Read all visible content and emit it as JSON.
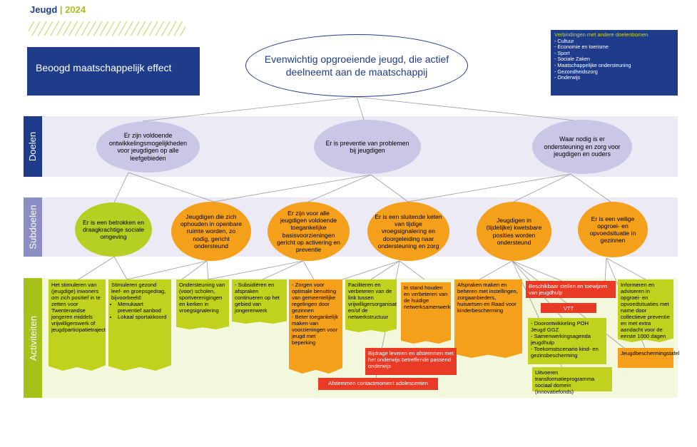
{
  "header": {
    "brand": "Jeugd",
    "separator": "|",
    "year": "2024"
  },
  "effect_label": "Beoogd maatschappelijk effect",
  "main_goal": "Evenwichtig opgroeiende jeugd, die actief deelneemt aan de maatschappij",
  "connections": {
    "title": "Verbindingen met andere doelenbomen",
    "items": [
      "Cultuur",
      "Economie en toerisme",
      "Sport",
      "Sociale Zaken",
      "Maatschappelijke ondersteuning",
      "Gezondheidszorg",
      "Onderwijs"
    ]
  },
  "rows": {
    "goals": "Doelen",
    "subgoals": "Subdoelen",
    "activities": "Activiteiten"
  },
  "goals": [
    "Er zijn voldoende ontwikkelingsmogelijkheden voor jeugdigen op alle leefgebieden",
    "Er is preventie van problemen bij jeugdigen",
    "Waar nodig is er ondersteuning en zorg voor jeugdigen en ouders"
  ],
  "subgoals": [
    "Er is een betrokken en draagkrachtige sociale omgeving",
    "Jeugdigen die zich ophouden in openbare ruimte worden, zo nodig, gericht ondersteund",
    "Er zijn voor alle jeugdigen voldoende toegankelijke basisvoorzieningen gericht op activering en preventie",
    "Er is een sluitende keten van tijdige vroegsignalering en doorgeleiding naar ondersteuning en zorg",
    "Jeugdigen in (tijdelijke) kwetsbare posities worden ondersteund",
    "Er is een veilige opgroei- en opvoedsituatie in gezinnen"
  ],
  "activities": {
    "a1": "Het stimuleren van (jeugdige) inwoners om zich positief in te zetten voor Twenterandse jongeren middels vrijwilligerswerk of jeugdparticipatietrajecten.",
    "a2_intro": "Stimuleren gezond leef- en groepsgedrag, bijvoorbeeld:",
    "a2_items": [
      "Menukaart preventief aanbod",
      "Lokaal sportakkoord"
    ],
    "a3": "Ondersteuning van (voor) scholen, sportverenigingen en kerken in vroegsignalering",
    "a4": "Subsidiëren en afspraken continueren op het gebied van jongerenwerk",
    "a5_items": [
      "Zorgen voor optimale benutting van gemeentelijke regelingen door gezinnen",
      "Beter toegankelijk maken van voorzieningen voor jeugd met beperking"
    ],
    "a6": "Faciliteren en verbeteren van de link tussen vrijwilligersorganisaties en/of de netwerkstructuur",
    "a7": "In stand houden en verbeteren van de huidige netwerksamenwerking.",
    "a8": "Afspraken maken en beheren met instellingen, zorgaanbieders, huisartsen en Raad voor kinderbescherming",
    "a9": "Beschikbaar stellen en toewijzen van jeugdhulp",
    "a10": "VTT",
    "a11_items": [
      "Doorontwikkeling POH Jeugd GGZ",
      "Samenwerkingsagenda jeugdhulp",
      "Toekomstscenario kind- en gezinsbescherming"
    ],
    "a12": "Uitvoeren transformatieprogramma sociaal domein (innovatiefonds)",
    "a13": "Informeren en adviseren in opgroei- en opvoedsituaties met name door collectieve preventie en met extra aandacht voor de eerste 1000 dagen",
    "a14": "Jeugdbeschermingstafel",
    "a15": "Bijdrage leveren en afstemmen met het onderwijs betreffende passend onderwijs",
    "a16": "Afstemmen contactmoment adolescenten"
  },
  "colors": {
    "navy": "#1f3c8a",
    "lavender": "#c9c6e6",
    "green": "#b5d022",
    "orange": "#f5a01a",
    "red": "#e83a25"
  }
}
